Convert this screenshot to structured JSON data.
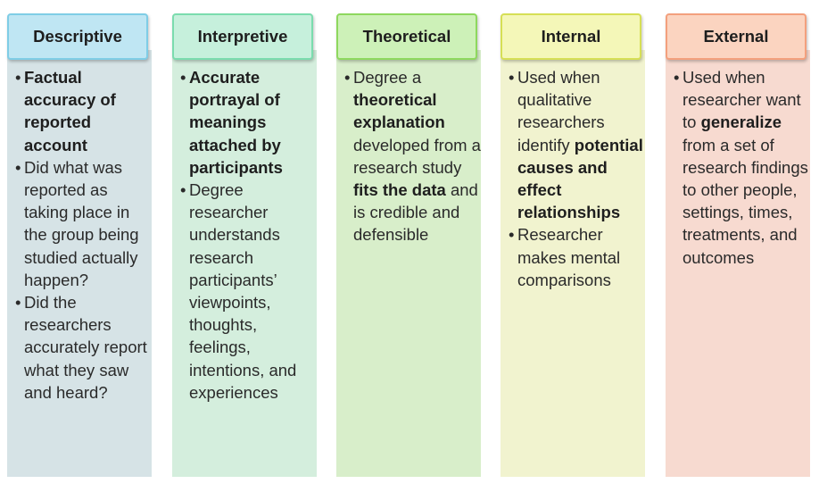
{
  "columns": [
    {
      "title": "Descriptive",
      "header_bg": "#bfe6f3",
      "header_border": "#7fcde6",
      "body_bg": "#d6e3e6",
      "bullets": [
        [
          {
            "t": "Factual accuracy of reported account",
            "b": true
          }
        ],
        [
          {
            "t": "Did what was reported as taking place in the group being studied actually happen?",
            "b": false
          }
        ],
        [
          {
            "t": "Did the researchers accurately report what they saw and heard?",
            "b": false
          }
        ]
      ]
    },
    {
      "title": "Interpretive",
      "header_bg": "#c6f0dc",
      "header_border": "#7bdcae",
      "body_bg": "#d4eedd",
      "bullets": [
        [
          {
            "t": "Accurate portrayal of meanings attached by participants",
            "b": true
          }
        ],
        [
          {
            "t": "Degree researcher understands research participants’ viewpoints, thoughts, feelings, intentions, and experiences",
            "b": false
          }
        ]
      ]
    },
    {
      "title": "Theoretical",
      "header_bg": "#cdf1b8",
      "header_border": "#8ed85e",
      "body_bg": "#d8eeca",
      "bullets": [
        [
          {
            "t": "Degree a ",
            "b": false
          },
          {
            "t": "theoretical explanation",
            "b": true
          },
          {
            "t": " developed from a research study ",
            "b": false
          },
          {
            "t": "fits the data",
            "b": true
          },
          {
            "t": " and is credible and defensible",
            "b": false
          }
        ]
      ]
    },
    {
      "title": "Internal",
      "header_bg": "#f4f7b8",
      "header_border": "#d6df55",
      "body_bg": "#f1f3cf",
      "bullets": [
        [
          {
            "t": "Used when qualitative researchers identify ",
            "b": false
          },
          {
            "t": "potential causes and effect relationships",
            "b": true
          }
        ],
        [
          {
            "t": "Researcher makes mental comparisons",
            "b": false
          }
        ]
      ]
    },
    {
      "title": "External",
      "header_bg": "#fbd4c0",
      "header_border": "#f3a07d",
      "body_bg": "#f7dad0",
      "bullets": [
        [
          {
            "t": "Used when researcher want to ",
            "b": false
          },
          {
            "t": "generalize",
            "b": true
          },
          {
            "t": " from a set of research findings to other people, settings, times, treatments, and outcomes",
            "b": false
          }
        ]
      ]
    }
  ]
}
